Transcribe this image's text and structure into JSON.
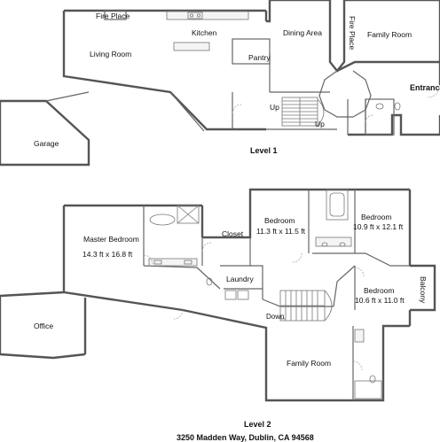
{
  "level1": {
    "caption": "Level 1",
    "rooms": {
      "fireplace_left": "Fire Place",
      "living_room": "Living Room",
      "kitchen": "Kitchen",
      "pantry": "Pantry",
      "dining_area": "Dining Area",
      "fireplace_right": "Fire Place",
      "family_room": "Family Room",
      "entrance": "Entrance",
      "garage": "Garage"
    },
    "stairs": {
      "up_left": "Up",
      "up_right": "Up"
    }
  },
  "level2": {
    "caption": "Level 2",
    "rooms": {
      "master_bedroom": "Master Bedroom",
      "master_bedroom_size": "14.3 ft x 16.8 ft",
      "closet": "Closet",
      "bedroom_a": "Bedroom",
      "bedroom_a_size": "11.3 ft x 11.5 ft",
      "bedroom_b": "Bedroom",
      "bedroom_b_size": "10.9 ft x 12.1 ft",
      "laundry": "Laundry",
      "bedroom_c": "Bedroom",
      "bedroom_c_size": "10.6 ft x 11.0 ft",
      "balcony": "Balcony",
      "office": "Office",
      "family_room": "Family Room"
    },
    "stairs": {
      "down": "Down"
    }
  },
  "address": "3250 Madden Way, Dublin, CA 94568"
}
